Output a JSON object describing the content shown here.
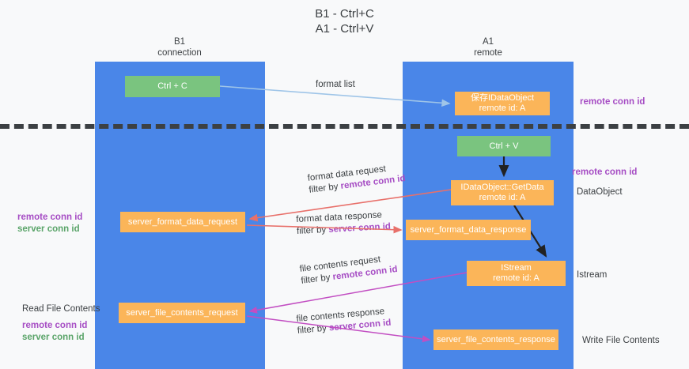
{
  "title": {
    "line1": "B1 - Ctrl+C",
    "line2": "A1 - Ctrl+V"
  },
  "columns": [
    {
      "id": "b1",
      "line1": "B1",
      "line2": "connection",
      "color": "#4a86e8"
    },
    {
      "id": "a1",
      "line1": "A1",
      "line2": "remote",
      "color": "#4a86e8"
    }
  ],
  "nodes": {
    "ctrl_c": {
      "line1": "Ctrl + C",
      "line2": "",
      "color": "#7ac47f"
    },
    "idataobject": {
      "line1": "保存IDataObject",
      "line2": "remote id: A",
      "color": "#fbb559"
    },
    "ctrl_v": {
      "line1": "Ctrl + V",
      "line2": "",
      "color": "#7ac47f"
    },
    "getdata": {
      "line1": "IDataObject::GetData",
      "line2": "remote id: A",
      "color": "#fbb559"
    },
    "format_req": {
      "line1": "server_format_data_request",
      "line2": "",
      "color": "#fbb559"
    },
    "format_res": {
      "line1": "server_format_data_response",
      "line2": "",
      "color": "#fbb559"
    },
    "istream": {
      "line1": "IStream",
      "line2": "remote id: A",
      "color": "#fbb559"
    },
    "file_req": {
      "line1": "server_file_contents_request",
      "line2": "",
      "color": "#fbb559"
    },
    "file_res": {
      "line1": "server_file_contents_response",
      "line2": "",
      "color": "#fbb559"
    }
  },
  "edge_labels": {
    "format_list": {
      "text": "format list"
    },
    "format_data_request": {
      "line1": "format data request",
      "filter_prefix": "filter by ",
      "filter_key": "remote conn id",
      "filter_color": "#a64dc4"
    },
    "format_data_response": {
      "line1": "format data response",
      "filter_prefix": "filter by ",
      "filter_key": "server conn id",
      "filter_color": "#a64dc4"
    },
    "file_contents_request": {
      "line1": "file contents request",
      "filter_prefix": "filter by ",
      "filter_key": "remote conn id",
      "filter_color": "#a64dc4"
    },
    "file_contents_response": {
      "line1": "file contents response",
      "filter_prefix": "filter by ",
      "filter_key": "server conn id",
      "filter_color": "#a64dc4"
    }
  },
  "annotations": {
    "right_remote_conn_id_top": "remote conn id",
    "right_remote_conn_id_mid": "remote conn id",
    "right_dataobject": "DataObject",
    "right_istream": "Istream",
    "right_write_file_contents": "Write File Contents",
    "left_mid": {
      "line1": "remote conn id",
      "line2": "server conn id"
    },
    "left_bottom": {
      "line1": "Read File Contents",
      "line2": "remote conn id",
      "line3": "server conn id"
    }
  },
  "colors": {
    "column_blue": "#4a86e8",
    "node_green": "#7ac47f",
    "node_orange": "#fbb559",
    "accent_purple": "#a64dc4",
    "accent_green": "#5aa469",
    "arrow_red": "#e8706a",
    "arrow_magenta": "#c24ec2",
    "arrow_lightblue": "#9fc5e8",
    "arrow_black": "#222222",
    "divider": "#3c4043",
    "background": "#f8f9fa"
  }
}
